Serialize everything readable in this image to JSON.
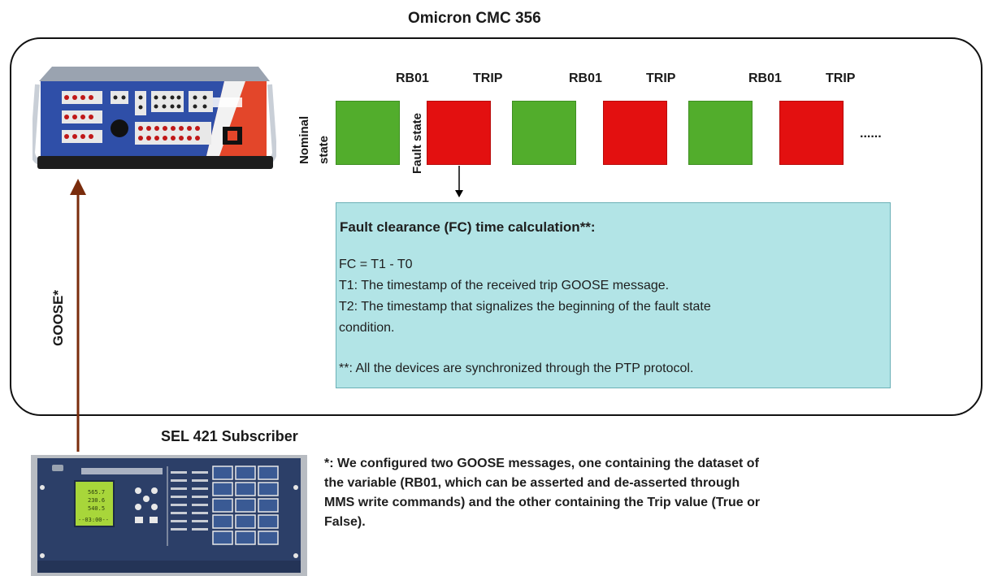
{
  "title": "Omicron CMC 356",
  "subscriber_label": "SEL 421 Subscriber",
  "goose_label": "GOOSE*",
  "states": {
    "nominal_line1": "Nominal",
    "nominal_line2": "state",
    "fault": "Fault state"
  },
  "top_labels": [
    "RB01",
    "TRIP",
    "RB01",
    "TRIP",
    "RB01",
    "TRIP"
  ],
  "ellipsis": "......",
  "squares": [
    "green",
    "red",
    "green",
    "red",
    "green",
    "red"
  ],
  "colors": {
    "green": "#52ad2c",
    "red": "#e31010",
    "box_fill": "#b2e4e6",
    "arrow": "#7a2c0c"
  },
  "fc_box": {
    "heading": "Fault clearance (FC) time calculation**:",
    "formula": "FC = T1 - T0",
    "t1": "T1: The timestamp of the received trip GOOSE message.",
    "t2_line1": "T2: The timestamp that signalizes the beginning of the fault state",
    "t2_line2": "condition.",
    "footnote": "**: All the devices are synchronized through the PTP protocol."
  },
  "note_lines": [
    "*: We configured two GOOSE messages, one containing the dataset of",
    "the variable (RB01, which can be asserted and de-asserted through",
    "MMS write commands) and the other containing the Trip value (True or",
    "False)."
  ],
  "cmc_device": {
    "icon": "omicron-cmc-356-test-set-icon"
  },
  "sel_device": {
    "icon": "sel-421-relay-icon",
    "screen_lines": [
      "565.7",
      "230.6",
      "540.5",
      "--03:00--"
    ]
  }
}
